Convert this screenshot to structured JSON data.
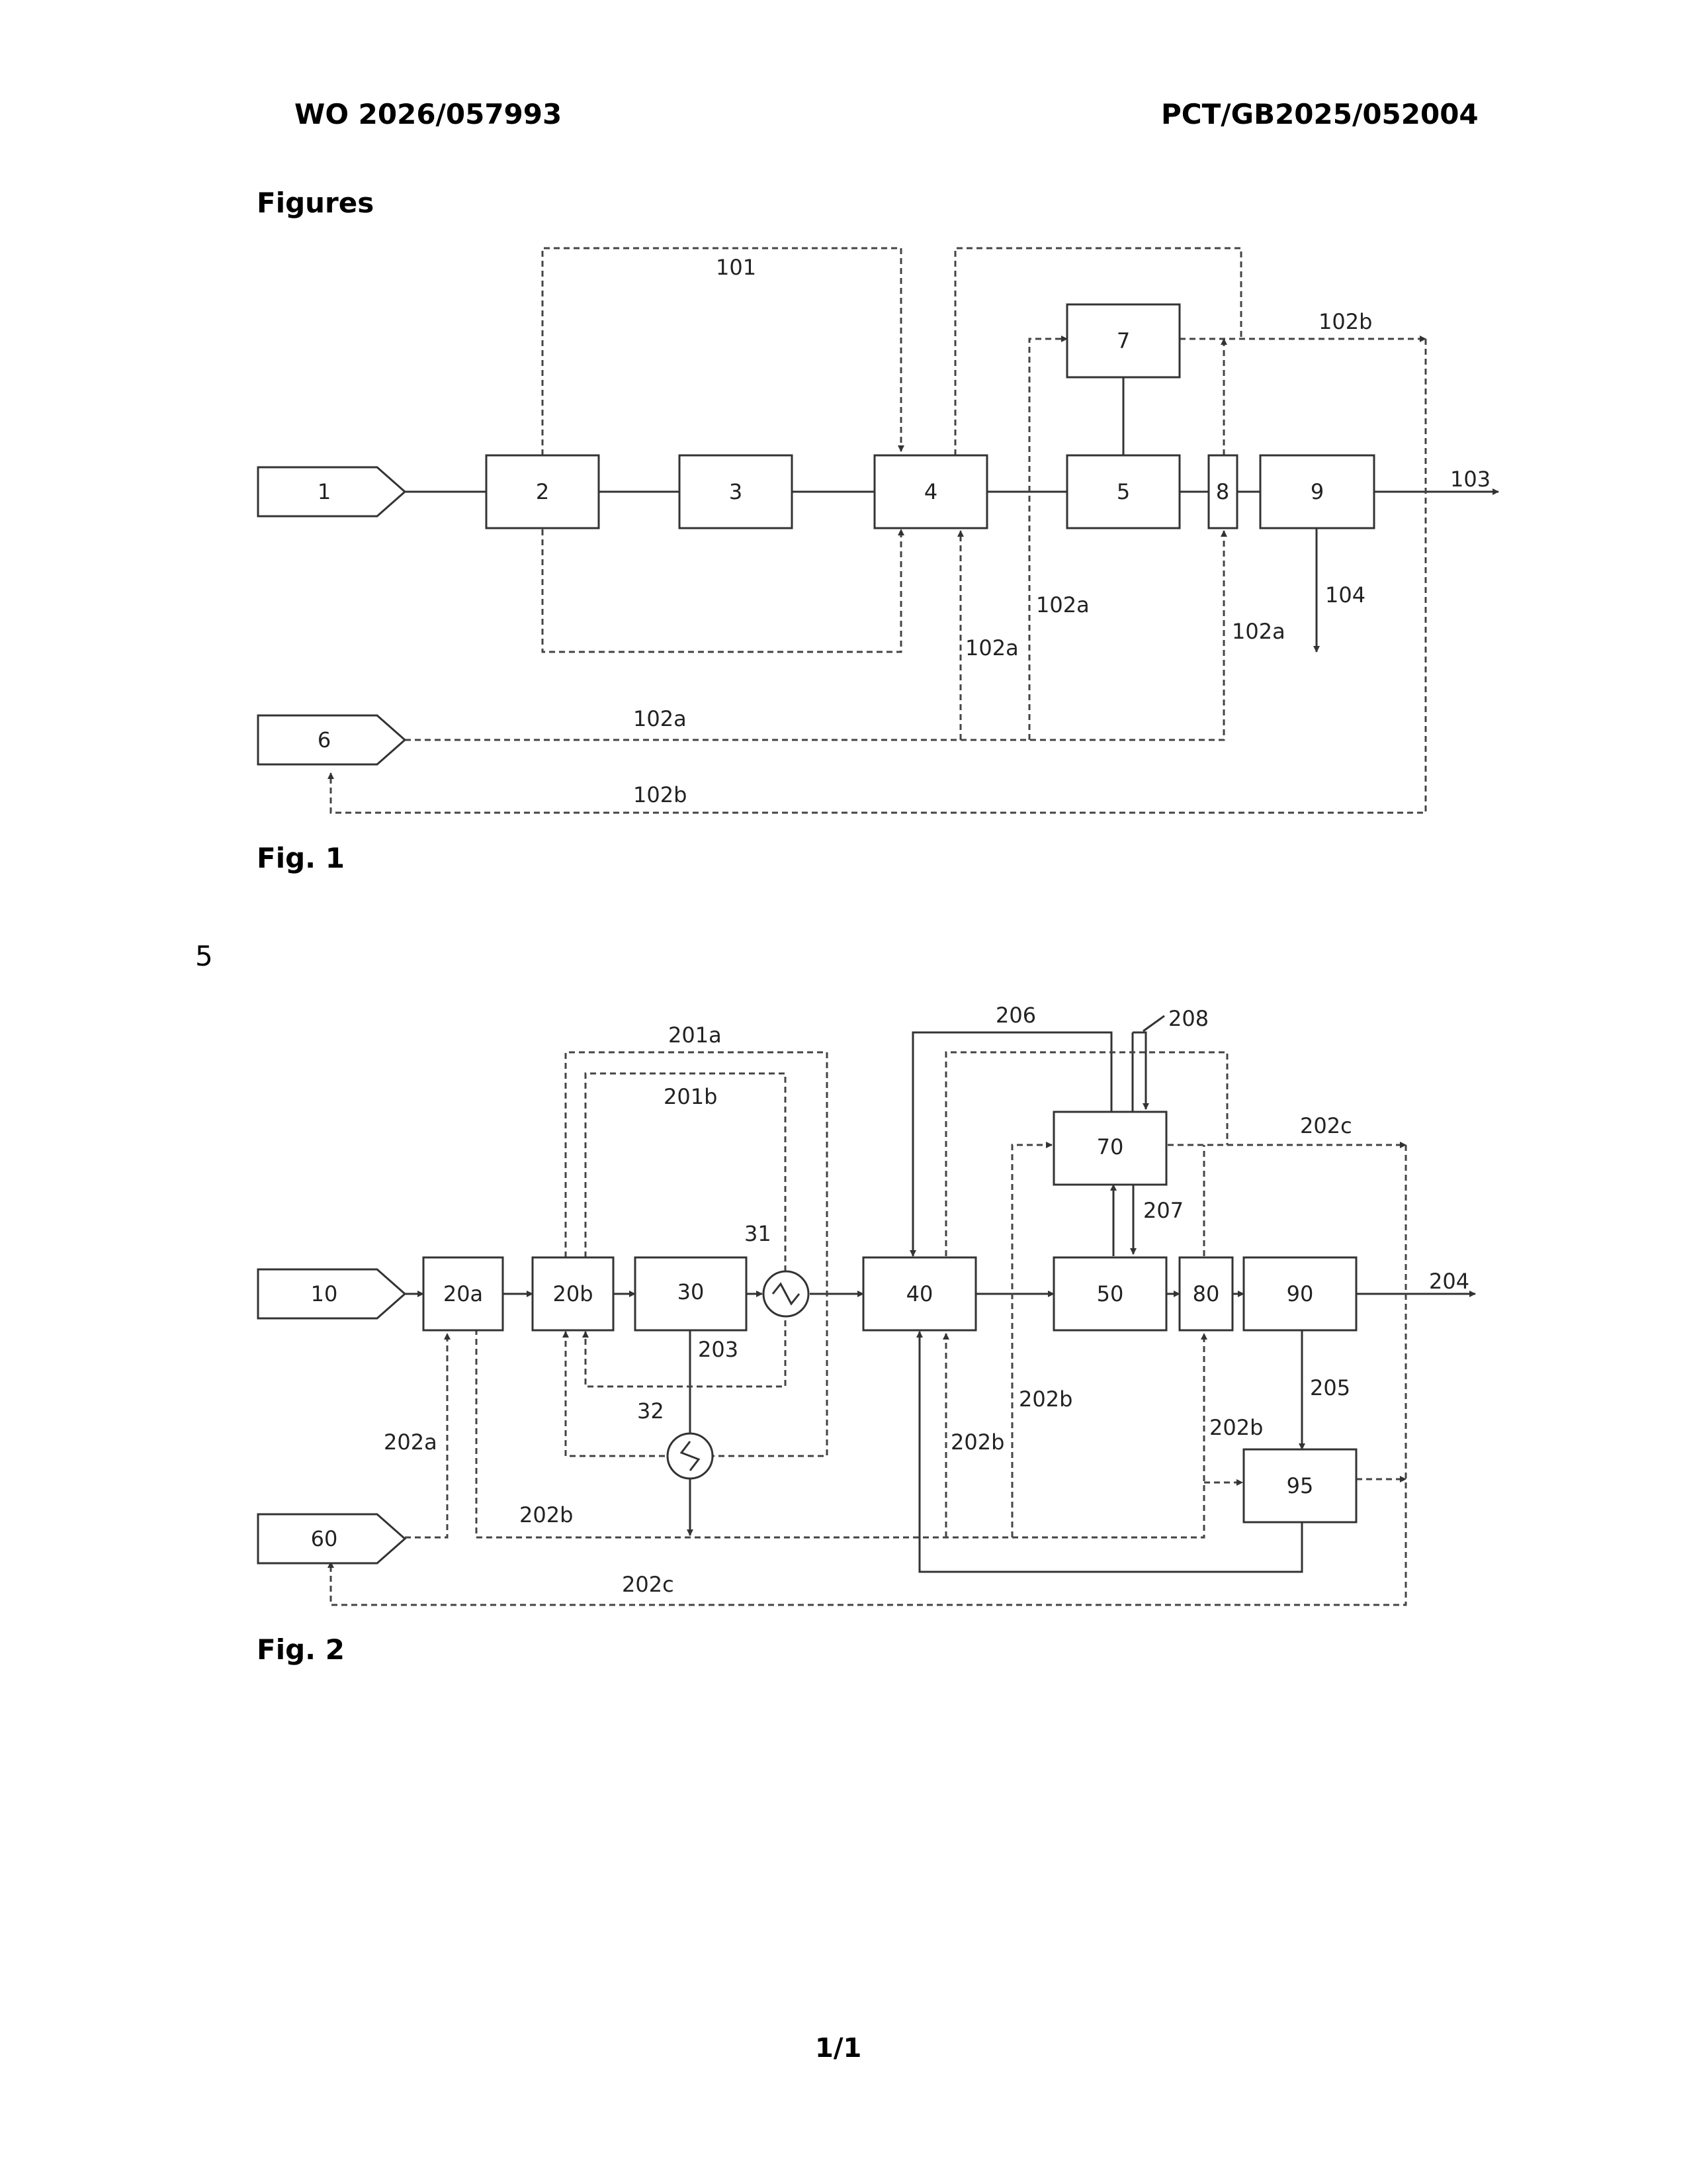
{
  "header": {
    "publication_number": "WO 2026/057993",
    "application_number": "PCT/GB2025/052004"
  },
  "section_heading": "Figures",
  "line_number": "5",
  "page_number": "1/1",
  "figure1": {
    "caption": "Fig. 1",
    "blocks": [
      "1",
      "2",
      "3",
      "4",
      "5",
      "6",
      "7",
      "8",
      "9"
    ],
    "stream_labels": {
      "s101": "101",
      "s102b_top": "102b",
      "s103": "103",
      "s102a_1": "102a",
      "s104": "104",
      "s102a_2": "102a",
      "s102a_3": "102a",
      "s102a_bottom": "102a",
      "s102b_bottom": "102b"
    }
  },
  "figure2": {
    "caption": "Fig. 2",
    "blocks": [
      "10",
      "20a",
      "20b",
      "30",
      "40",
      "50",
      "60",
      "70",
      "80",
      "90",
      "95"
    ],
    "stream_labels": {
      "s201a": "201a",
      "s201b": "201b",
      "s206": "206",
      "s208": "208",
      "s202c_top": "202c",
      "s31": "31",
      "s207": "207",
      "s204": "204",
      "s203": "203",
      "s32": "32",
      "s205": "205",
      "s202b_1": "202b",
      "s202b_2": "202b",
      "s202b_3": "202b",
      "s202a": "202a",
      "s202b_bottom": "202b",
      "s202c_bottom": "202c"
    }
  }
}
